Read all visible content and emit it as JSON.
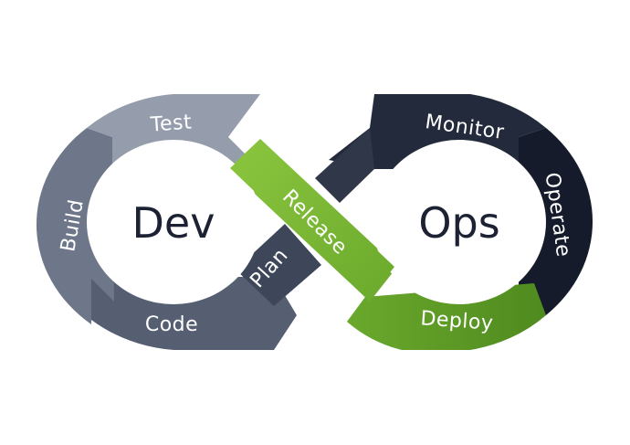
{
  "hubs": {
    "left": "Dev",
    "right": "Ops"
  },
  "stages": {
    "plan": "Plan",
    "code": "Code",
    "build": "Build",
    "test": "Test",
    "release": "Release",
    "deploy": "Deploy",
    "operate": "Operate",
    "monitor": "Monitor"
  },
  "colors": {
    "plan": "#3e4759",
    "code": "#565f72",
    "build": "#6e7789",
    "test": "#959dad",
    "release": "#79b830",
    "deploy": "#5b9724",
    "operate": "#151b2b",
    "monitor": "#222a3c",
    "hub_text": "#1c2233"
  }
}
